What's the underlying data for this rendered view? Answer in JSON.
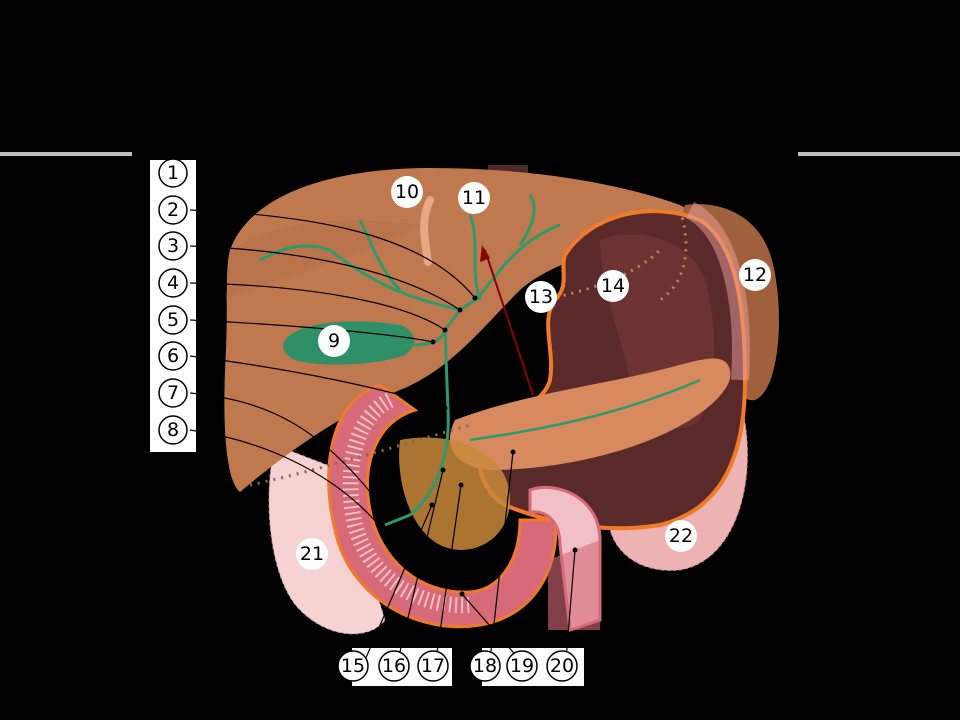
{
  "diagram": {
    "labels": {
      "l1": "1",
      "l2": "2",
      "l3": "3",
      "l4": "4",
      "l5": "5",
      "l6": "6",
      "l7": "7",
      "l8": "8",
      "l9": "9",
      "l10": "10",
      "l11": "11",
      "l12": "12",
      "l13": "13",
      "l14": "14",
      "l15": "15",
      "l16": "16",
      "l17": "17",
      "l18": "18",
      "l19": "19",
      "l20": "20",
      "l21": "21",
      "l22": "22"
    },
    "colors": {
      "background": "#000000",
      "panel": "#ffffff",
      "liver": "#c0784f",
      "liver_dark": "#a15e3b",
      "spleen": "#a0603c",
      "stomach_wall": "#5a2a2a",
      "stomach_outline": "#f07a28",
      "pancreas": "#d88a5e",
      "duct": "#2e9a6a",
      "gallbladder": "#2f8f66",
      "duodenum": "#d76a78",
      "duodenum_light": "#f1c0c6",
      "peritoneum": "#f6d3d2",
      "kidney": "#edb3b3",
      "aorta": "#4a2a2a"
    }
  }
}
